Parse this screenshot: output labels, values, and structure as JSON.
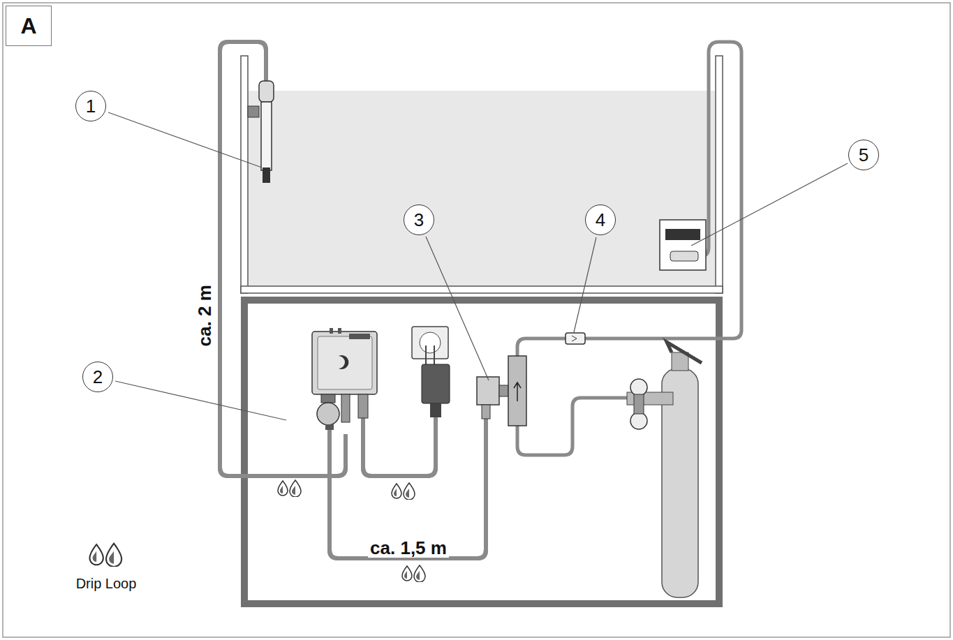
{
  "diagram": {
    "nodes": [
      {
        "text": [
          "A"
        ]
      }
    ],
    "labels": [
      "1",
      "2",
      "3",
      "4",
      "5",
      "ca. 2 m",
      "ca. 1,5 m",
      "Drip Loop"
    ]
  }
}
